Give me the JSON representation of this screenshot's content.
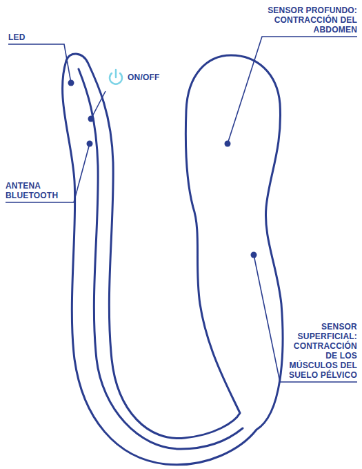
{
  "diagram": {
    "labels": [
      "LED",
      "ON/OFF",
      "ANTENA BLUETOOTH",
      "SENSOR PROFUNDO: CONTRACCIÓN DEL ABDOMEN",
      "SENSOR SUPERFICIAL: CONTRACCIÓN DE LOS MÚSCULOS DEL SUELO PÉLVICO"
    ]
  }
}
